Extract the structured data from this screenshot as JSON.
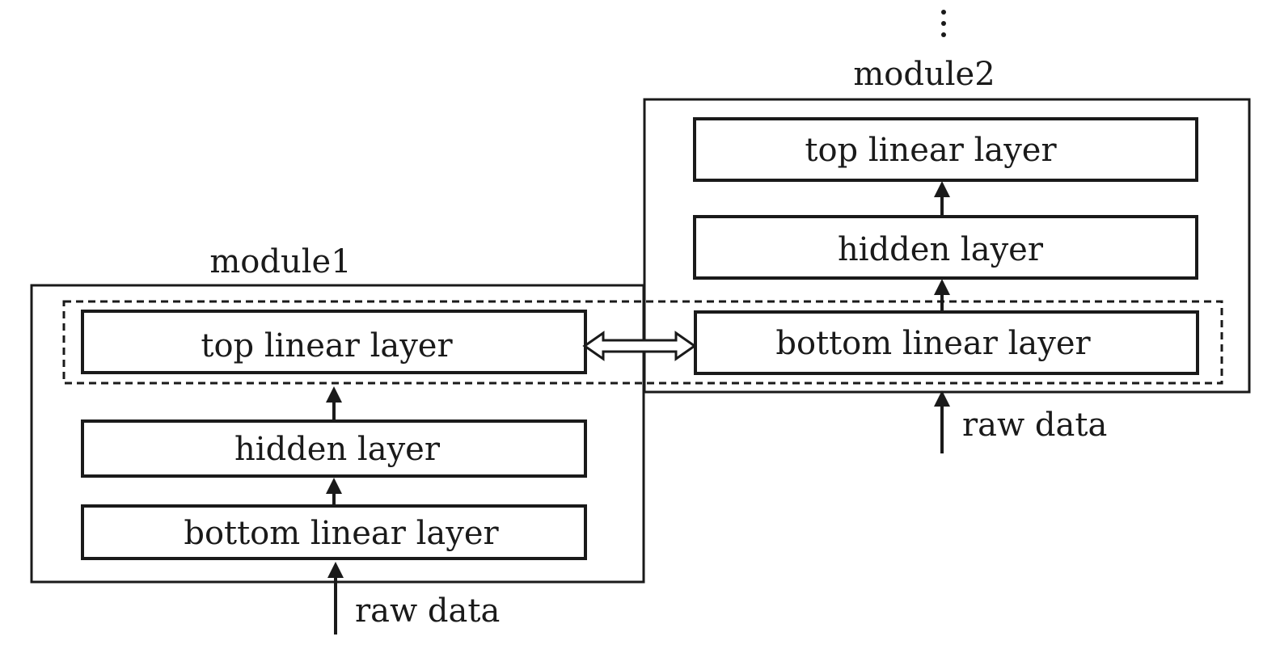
{
  "continuation": "⋮",
  "module1": {
    "title": "module1",
    "layers": {
      "top": "top linear layer",
      "hidden": "hidden layer",
      "bottom": "bottom linear layer"
    },
    "input": "raw data"
  },
  "module2": {
    "title": "module2",
    "layers": {
      "top": "top linear layer",
      "hidden": "hidden layer",
      "bottom": "bottom linear layer"
    },
    "input": "raw data"
  }
}
